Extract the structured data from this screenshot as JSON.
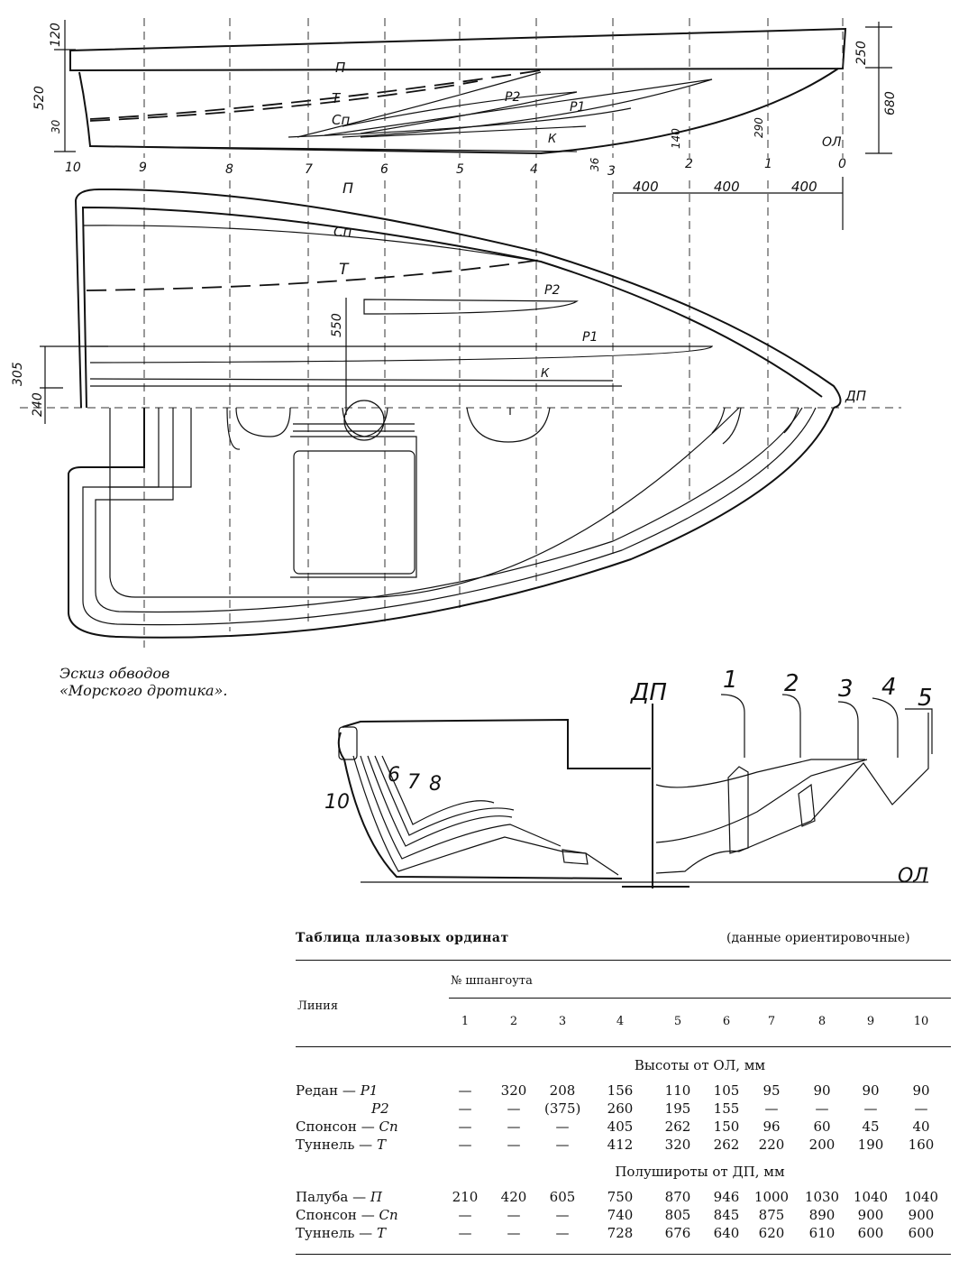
{
  "caption_lines": [
    "Эскиз обводов",
    "«Морского дротика»."
  ],
  "profile": {
    "dims_left": [
      "120",
      "520",
      "30"
    ],
    "dims_right": [
      "250",
      "680"
    ],
    "line_labels": [
      "П",
      "Т",
      "Р2",
      "Сп",
      "Р1",
      "К",
      "ОЛ"
    ],
    "frame_numbers": [
      "10",
      "9",
      "8",
      "7",
      "6",
      "5",
      "4",
      "3",
      "2",
      "1",
      "0"
    ],
    "small_dims": [
      "36",
      "140",
      "290"
    ]
  },
  "plan": {
    "spacing_dims": [
      "400",
      "400",
      "400"
    ],
    "line_labels": [
      "П",
      "Сп",
      "Т",
      "Р2",
      "Р1",
      "К",
      "ДП"
    ],
    "left_dims": [
      "305",
      "240"
    ],
    "inner_dim": "550"
  },
  "sections": {
    "centerline_label": "ДП",
    "waterline_label": "ОЛ",
    "bow_frames": [
      "1",
      "2",
      "3",
      "4",
      "5"
    ],
    "stern_frames": [
      "10",
      "6",
      "7",
      "8"
    ]
  },
  "table": {
    "title": "Таблица плазовых ординат",
    "note": "(данные ориентировочные)",
    "col_group": "№ шпангоута",
    "row_header": "Линия",
    "columns": [
      "1",
      "2",
      "3",
      "4",
      "5",
      "6",
      "7",
      "8",
      "9",
      "10"
    ],
    "sections": [
      {
        "title": "Высоты от ОЛ, мм",
        "rows": [
          {
            "name": "Редан — ",
            "code": "Р1",
            "values": [
              "—",
              "320",
              "208",
              "156",
              "110",
              "105",
              "95",
              "90",
              "90",
              "90"
            ]
          },
          {
            "name": "",
            "code": "Р2",
            "values": [
              "—",
              "—",
              "(375)",
              "260",
              "195",
              "155",
              "—",
              "—",
              "—",
              "—"
            ]
          },
          {
            "name": "Спонсон — ",
            "code": "Сп",
            "values": [
              "—",
              "—",
              "—",
              "405",
              "262",
              "150",
              "96",
              "60",
              "45",
              "40"
            ]
          },
          {
            "name": "Туннель — ",
            "code": "Т",
            "values": [
              "—",
              "—",
              "—",
              "412",
              "320",
              "262",
              "220",
              "200",
              "190",
              "160"
            ]
          }
        ]
      },
      {
        "title": "Полуширoты от ДП, мм",
        "rows": [
          {
            "name": "Палуба — ",
            "code": "П",
            "values": [
              "210",
              "420",
              "605",
              "750",
              "870",
              "946",
              "1000",
              "1030",
              "1040",
              "1040"
            ]
          },
          {
            "name": "Спонсон — ",
            "code": "Сп",
            "values": [
              "—",
              "—",
              "—",
              "740",
              "805",
              "845",
              "875",
              "890",
              "900",
              "900"
            ]
          },
          {
            "name": "Туннель — ",
            "code": "Т",
            "values": [
              "—",
              "—",
              "—",
              "728",
              "676",
              "640",
              "620",
              "610",
              "600",
              "600"
            ]
          }
        ]
      }
    ]
  }
}
